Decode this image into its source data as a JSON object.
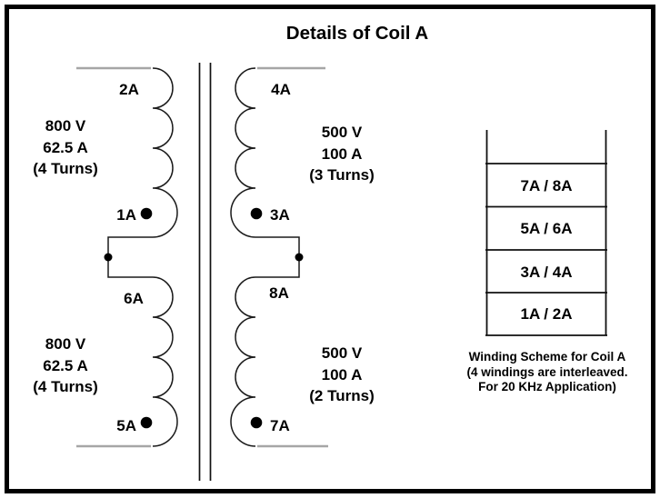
{
  "title": "Details of Coil A",
  "windings": {
    "left_upper": {
      "start_terminal": "2A",
      "end_terminal": "1A",
      "voltage": "800 V",
      "current": "62.5 A",
      "turns": "(4 Turns)"
    },
    "left_lower": {
      "start_terminal": "6A",
      "end_terminal": "5A",
      "voltage": "800 V",
      "current": "62.5 A",
      "turns": "(4 Turns)"
    },
    "right_upper": {
      "start_terminal": "4A",
      "end_terminal": "3A",
      "voltage": "500 V",
      "current": "100 A",
      "turns": "(3 Turns)"
    },
    "right_lower": {
      "start_terminal": "8A",
      "end_terminal": "7A",
      "voltage": "500 V",
      "current": "100 A",
      "turns": "(2 Turns)"
    }
  },
  "winding_scheme": {
    "rows": [
      "7A / 8A",
      "5A / 6A",
      "3A / 4A",
      "1A / 2A"
    ],
    "caption_lines": [
      "Winding Scheme for Coil A",
      "(4 windings are interleaved.",
      "For 20 KHz Application)"
    ]
  },
  "colors": {
    "wire": "#1a1a1a",
    "lead": "#a6a6a6",
    "text": "#000000",
    "border": "#000000"
  }
}
